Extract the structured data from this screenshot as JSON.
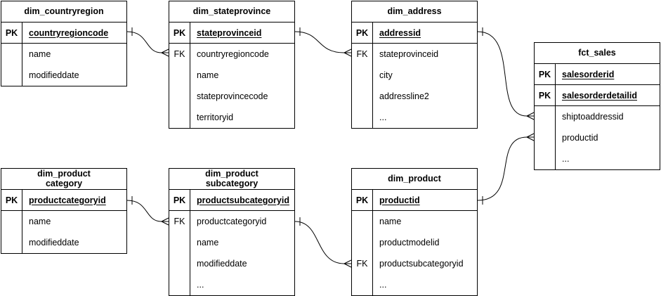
{
  "tables": [
    {
      "title": "dim_countryregion",
      "rows": [
        {
          "key": "PK",
          "field": "countryregioncode"
        },
        {
          "key": "",
          "field": "name"
        },
        {
          "key": "",
          "field": "modifieddate"
        }
      ]
    },
    {
      "title": "dim_stateprovince",
      "rows": [
        {
          "key": "PK",
          "field": "stateprovinceid"
        },
        {
          "key": "FK",
          "field": "countryregioncode"
        },
        {
          "key": "",
          "field": "name"
        },
        {
          "key": "",
          "field": "stateprovincecode"
        },
        {
          "key": "",
          "field": "territoryid"
        }
      ]
    },
    {
      "title": "dim_address",
      "rows": [
        {
          "key": "PK",
          "field": "addressid"
        },
        {
          "key": "FK",
          "field": "stateprovinceid"
        },
        {
          "key": "",
          "field": "city"
        },
        {
          "key": "",
          "field": "addressline2"
        },
        {
          "key": "",
          "field": "..."
        }
      ]
    },
    {
      "title": "fct_sales",
      "rows": [
        {
          "key": "PK",
          "field": "salesorderid"
        },
        {
          "key": "PK",
          "field": "salesorderdetailid"
        },
        {
          "key": "",
          "field": "shiptoaddressid"
        },
        {
          "key": "",
          "field": "productid"
        },
        {
          "key": "",
          "field": "..."
        }
      ]
    },
    {
      "title": "dim_product\ncategory",
      "rows": [
        {
          "key": "PK",
          "field": "productcategoryid"
        },
        {
          "key": "",
          "field": "name"
        },
        {
          "key": "",
          "field": "modifieddate"
        }
      ]
    },
    {
      "title": "dim_product\nsubcategory",
      "rows": [
        {
          "key": "PK",
          "field": "productsubcategoryid"
        },
        {
          "key": "FK",
          "field": "productcategoryid"
        },
        {
          "key": "",
          "field": "name"
        },
        {
          "key": "",
          "field": "modifieddate"
        },
        {
          "key": "",
          "field": "..."
        }
      ]
    },
    {
      "title": "dim_product",
      "rows": [
        {
          "key": "PK",
          "field": "productid"
        },
        {
          "key": "",
          "field": "name"
        },
        {
          "key": "",
          "field": "productmodelid"
        },
        {
          "key": "FK",
          "field": "productsubcategoryid"
        },
        {
          "key": "",
          "field": "..."
        }
      ]
    }
  ],
  "relations": [
    {
      "from": "dim_countryregion",
      "to": "dim_stateprovince",
      "from_cardinality": "one",
      "to_cardinality": "many"
    },
    {
      "from": "dim_stateprovince",
      "to": "dim_address",
      "from_cardinality": "one",
      "to_cardinality": "many"
    },
    {
      "from": "dim_address",
      "to": "fct_sales",
      "from_cardinality": "one",
      "to_cardinality": "many"
    },
    {
      "from": "dim_product category",
      "to": "dim_product subcategory",
      "from_cardinality": "one",
      "to_cardinality": "many"
    },
    {
      "from": "dim_product subcategory",
      "to": "dim_product",
      "from_cardinality": "one",
      "to_cardinality": "many"
    },
    {
      "from": "dim_product",
      "to": "fct_sales",
      "from_cardinality": "one",
      "to_cardinality": "many"
    }
  ],
  "colors": {
    "line": "#000000",
    "background": "#ffffff",
    "text": "#000000"
  }
}
